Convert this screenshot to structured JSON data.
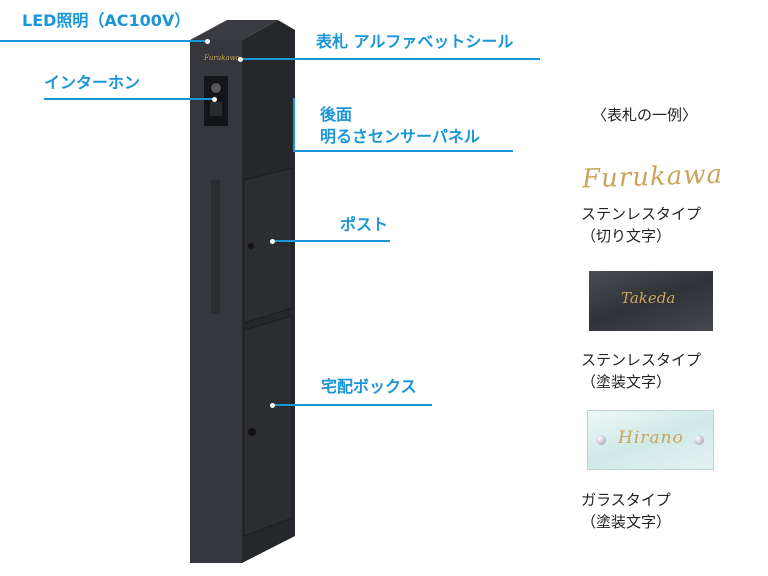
{
  "callouts": {
    "led": "LED照明（AC100V）",
    "nameplate": "表札 アルファベットシール",
    "intercom": "インターホン",
    "rear_panel_line1": "後面",
    "rear_panel_line2": "明るさセンサーパネル",
    "post": "ポスト",
    "delivery": "宅配ボックス"
  },
  "samples": {
    "title": "〈表札の一例〉",
    "items": [
      {
        "name": "Furukawa",
        "caption1": "ステンレスタイプ",
        "caption2": "（切り文字）"
      },
      {
        "name": "Takeda",
        "caption1": "ステンレスタイプ",
        "caption2": "（塗装文字）"
      },
      {
        "name": "Hirano",
        "caption1": "ガラスタイプ",
        "caption2": "（塗装文字）"
      }
    ]
  },
  "colors": {
    "accent": "#1a95d6",
    "pillar": "#2e3035",
    "gold": "#c9a45a"
  }
}
